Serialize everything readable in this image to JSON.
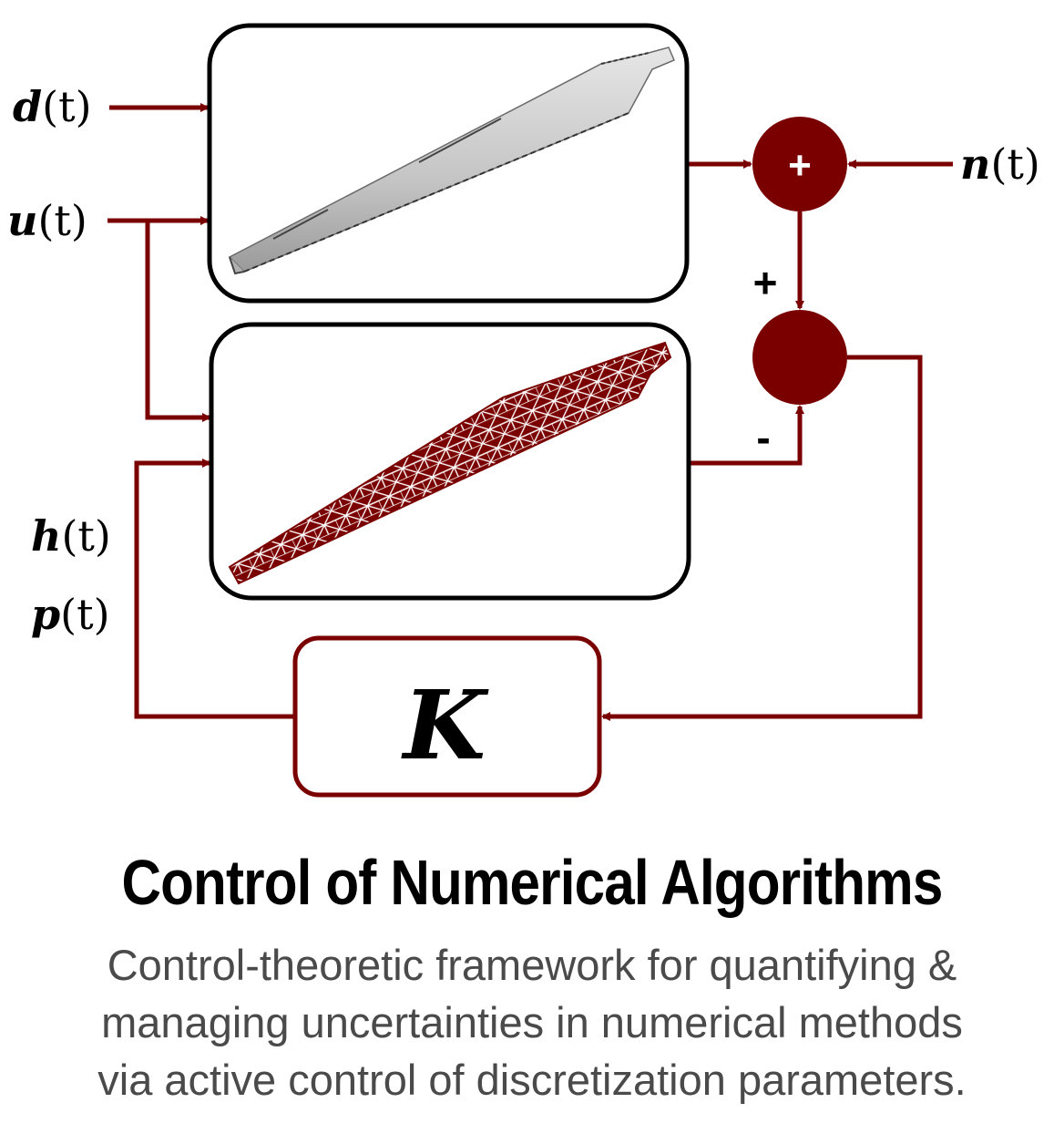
{
  "signals": {
    "disturbance": {
      "var": "d",
      "arg": "(t)"
    },
    "input": {
      "var": "u",
      "arg": "(t)"
    },
    "noise": {
      "var": "n",
      "arg": "(t)"
    },
    "discretization_h": {
      "var": "h",
      "arg": "(t)"
    },
    "discretization_p": {
      "var": "p",
      "arg": "(t)"
    }
  },
  "summing": {
    "top_symbol": "+",
    "plus_sign": "+",
    "minus_sign": "-"
  },
  "controller": {
    "label": "K"
  },
  "caption": {
    "title": "Control of Numerical Algorithms",
    "subtitle_lines": [
      "Control-theoretic framework for quantifying &",
      "managing uncertainties in numerical methods",
      "via active control of discretization parameters."
    ]
  },
  "colors": {
    "accent": "#7a0000",
    "box_border": "#000000",
    "blade_gray": "#c9c9c9",
    "subtitle": "#4a4a4a"
  },
  "icons": {
    "true_system": "smooth-blade-icon",
    "numerical_model": "meshed-blade-icon"
  }
}
